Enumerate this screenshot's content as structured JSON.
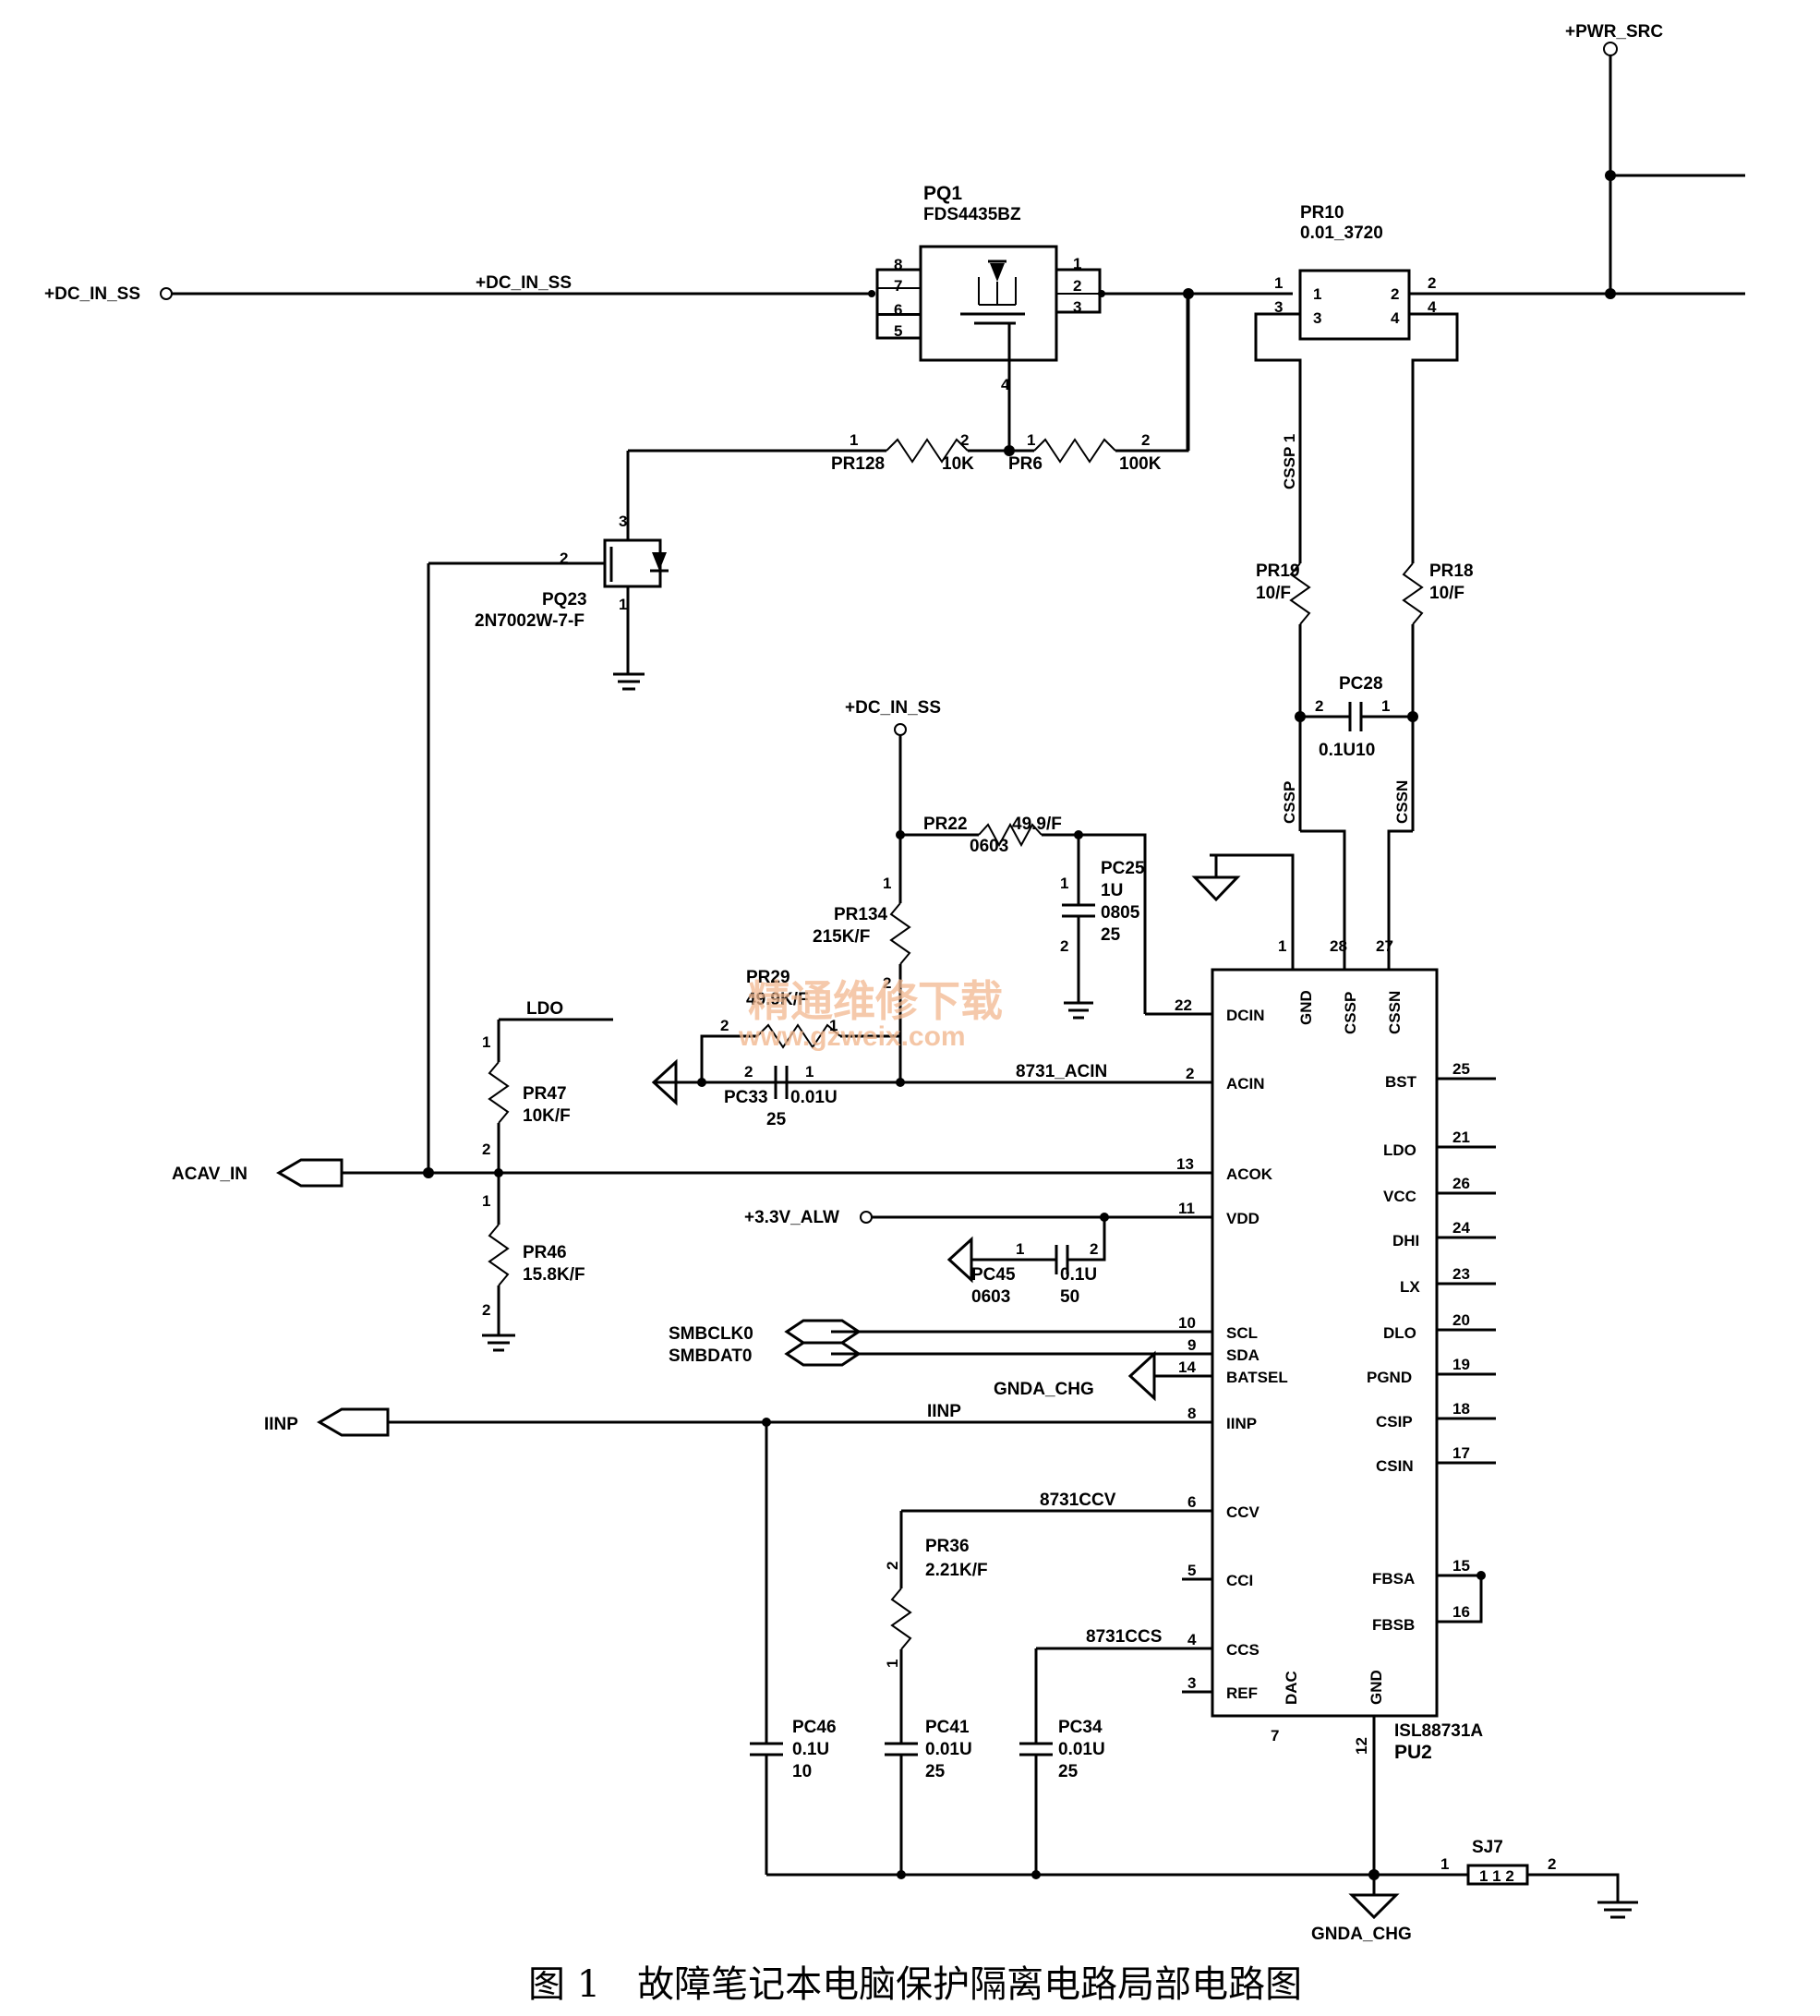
{
  "nets": {
    "pwr_src": "+PWR_SRC",
    "dc_in_ss": "+DC_IN_SS",
    "acav_in": "ACAV_IN",
    "iinp": "IINP",
    "ldo": "LDO",
    "alw": "+3.3V_ALW",
    "smbclk": "SMBCLK0",
    "smbdat": "SMBDAT0",
    "gnda_chg": "GNDA_CHG",
    "acin": "8731_ACIN",
    "ccv": "8731CCV",
    "ccs": "8731CCS",
    "cssp": "CSSP",
    "cssn": "CSSN",
    "cssp1": "CSSP 1"
  },
  "components": {
    "pq1": {
      "ref": "PQ1",
      "part": "FDS4435BZ",
      "pins": [
        "8",
        "7",
        "6",
        "5",
        "1",
        "2",
        "3",
        "4"
      ]
    },
    "pq23": {
      "ref": "PQ23",
      "part": "2N7002W-7-F",
      "pins": [
        "3",
        "2",
        "1"
      ]
    },
    "pr10": {
      "ref": "PR10",
      "value": "0.01_3720",
      "pins": [
        "1",
        "3",
        "1",
        "3",
        "2",
        "4",
        "2",
        "4"
      ]
    },
    "pr128": {
      "ref": "PR128",
      "value": "10K",
      "p1": "1",
      "p2": "2"
    },
    "pr6": {
      "ref": "PR6",
      "value": "100K",
      "p1": "1",
      "p2": "2"
    },
    "pr19": {
      "ref": "PR19",
      "value": "10/F"
    },
    "pr18": {
      "ref": "PR18",
      "value": "10/F"
    },
    "pc28": {
      "ref": "PC28",
      "value": "0.1U10",
      "p1": "2",
      "p2": "1"
    },
    "pr22": {
      "ref": "PR22",
      "value": "49.9/F",
      "pkg": "0603"
    },
    "pc25": {
      "ref": "PC25",
      "value": "1U",
      "pkg": "0805",
      "volt": "25",
      "p1": "1",
      "p2": "2"
    },
    "pr134": {
      "ref": "PR134",
      "value": "215K/F",
      "p1": "1",
      "p2": "2"
    },
    "pr29": {
      "ref": "PR29",
      "value": "49.9K/F",
      "p1": "2",
      "p2": "1"
    },
    "pc33": {
      "ref": "PC33",
      "value": "0.01U",
      "volt": "25",
      "p1": "2",
      "p2": "1"
    },
    "pr47": {
      "ref": "PR47",
      "value": "10K/F",
      "p1": "1",
      "p2": "2"
    },
    "pr46": {
      "ref": "PR46",
      "value": "15.8K/F",
      "p1": "1",
      "p2": "2"
    },
    "pc45": {
      "ref": "PC45",
      "value": "0.1U",
      "pkg": "0603",
      "volt": "50",
      "p1": "1",
      "p2": "2"
    },
    "pr36": {
      "ref": "PR36",
      "value": "2.21K/F",
      "p1": "2",
      "p2": "1"
    },
    "pc46": {
      "ref": "PC46",
      "value": "0.1U",
      "volt": "10"
    },
    "pc41": {
      "ref": "PC41",
      "value": "0.01U",
      "volt": "25"
    },
    "pc34": {
      "ref": "PC34",
      "value": "0.01U",
      "volt": "25"
    },
    "pu2": {
      "ref": "PU2",
      "part": "ISL88731A"
    },
    "sj7": {
      "ref": "SJ7",
      "p1": "1",
      "p2": "2",
      "body": "1 1 2"
    }
  },
  "ic": {
    "left_pins": [
      {
        "num": "22",
        "name": "DCIN"
      },
      {
        "num": "2",
        "name": "ACIN"
      },
      {
        "num": "13",
        "name": "ACOK"
      },
      {
        "num": "11",
        "name": "VDD"
      },
      {
        "num": "10",
        "name": "SCL"
      },
      {
        "num": "9",
        "name": "SDA"
      },
      {
        "num": "14",
        "name": "BATSEL"
      },
      {
        "num": "8",
        "name": "IINP"
      },
      {
        "num": "6",
        "name": "CCV"
      },
      {
        "num": "5",
        "name": "CCI"
      },
      {
        "num": "4",
        "name": "CCS"
      },
      {
        "num": "3",
        "name": "REF"
      }
    ],
    "right_pins": [
      {
        "num": "25",
        "name": "BST"
      },
      {
        "num": "21",
        "name": "LDO"
      },
      {
        "num": "26",
        "name": "VCC"
      },
      {
        "num": "24",
        "name": "DHI"
      },
      {
        "num": "23",
        "name": "LX"
      },
      {
        "num": "20",
        "name": "DLO"
      },
      {
        "num": "19",
        "name": "PGND"
      },
      {
        "num": "18",
        "name": "CSIP"
      },
      {
        "num": "17",
        "name": "CSIN"
      },
      {
        "num": "15",
        "name": "FBSA"
      },
      {
        "num": "16",
        "name": "FBSB"
      }
    ],
    "top_pins": [
      {
        "num": "1",
        "name": "GND"
      },
      {
        "num": "28",
        "name": "CSSP"
      },
      {
        "num": "27",
        "name": "CSSN"
      }
    ],
    "bottom_pins": [
      {
        "num": "7",
        "name": "DAC"
      },
      {
        "num": "12",
        "name": "GND"
      }
    ]
  },
  "watermark": {
    "cn": "精通维修下载",
    "url": "www.gzweix.com"
  },
  "caption": "图 1　故障笔记本电脑保护隔离电路局部电路图"
}
